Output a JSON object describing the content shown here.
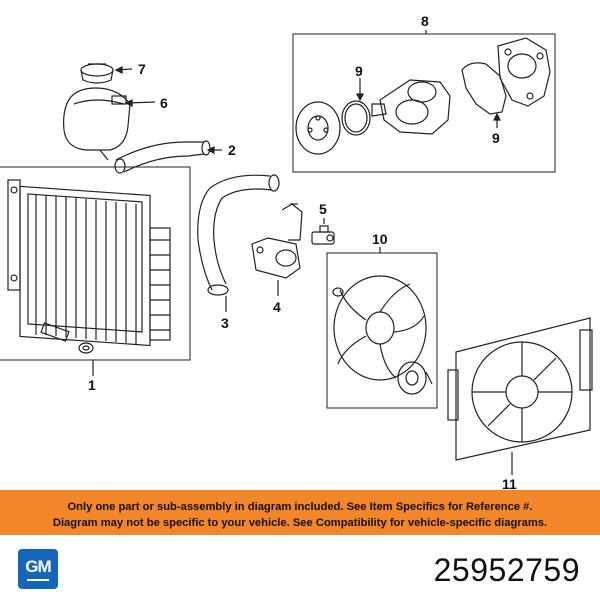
{
  "diagram": {
    "callouts": {
      "c1": "1",
      "c2": "2",
      "c3": "3",
      "c4": "4",
      "c5": "5",
      "c6": "6",
      "c7": "7",
      "c8": "8",
      "c9a": "9",
      "c9b": "9",
      "c10": "10",
      "c11": "11"
    }
  },
  "banner": {
    "line1": "Only one part or sub-assembly in diagram included. See Item Specifics for Reference #.",
    "line2": "Diagram may not be specific to your vehicle. See Compatibility for vehicle-specific diagrams.",
    "color": "#f4862a"
  },
  "brand": {
    "logo_text": "GM",
    "logo_color": "#1565b8"
  },
  "part_number": "25952759"
}
